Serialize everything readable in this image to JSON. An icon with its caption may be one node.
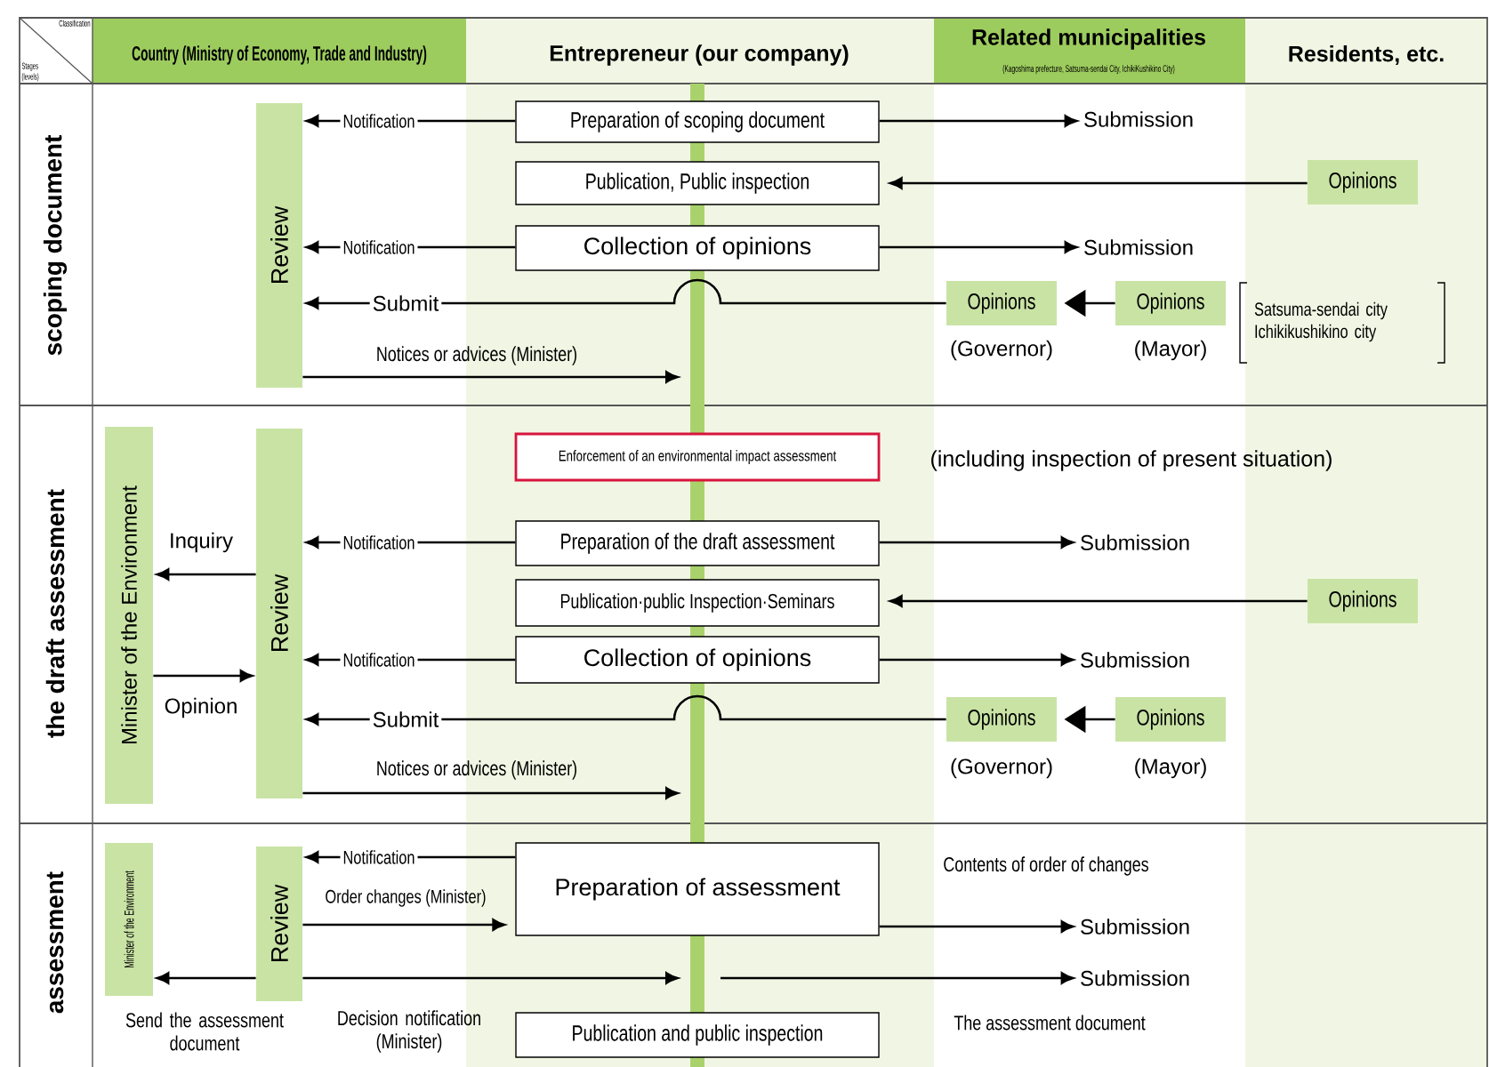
{
  "diagram": {
    "nodes": [
      {
        "text": [
          "Review"
        ]
      },
      {
        "text": [
          "Preparation of scoping document"
        ]
      },
      {
        "text": [
          "Publication, Public inspection"
        ]
      },
      {
        "text": [
          "Collection of opinions"
        ]
      },
      {
        "text": [
          "Submission"
        ]
      },
      {
        "text": [
          "Opinions"
        ]
      },
      {
        "text": [
          "Submission"
        ]
      },
      {
        "text": [
          "Opinions"
        ],
        "beside": [
          "(Governor)"
        ]
      },
      {
        "text": [
          "Opinions"
        ],
        "beside": [
          "(Mayor)"
        ]
      },
      {
        "text": [
          "Minister of the Environment"
        ]
      },
      {
        "text": [
          "Review"
        ]
      },
      {
        "text": [
          "Enforcement of an environmental impact assessment"
        ],
        "beside": [
          "(including inspection of present situation)"
        ]
      },
      {
        "text": [
          "Preparation of the draft assessment"
        ]
      },
      {
        "text": [
          "Publication·public Inspection·Seminars"
        ]
      },
      {
        "text": [
          "Collection of opinions"
        ]
      },
      {
        "text": [
          "Submission"
        ]
      },
      {
        "text": [
          "Opinions"
        ]
      },
      {
        "text": [
          "Submission"
        ]
      },
      {
        "text": [
          "Opinions"
        ],
        "beside": [
          "(Governor)"
        ]
      },
      {
        "text": [
          "Opinions"
        ],
        "beside": [
          "(Mayor)"
        ]
      },
      {
        "text": [
          "Minister of the Environment"
        ]
      },
      {
        "text": [
          "Review"
        ]
      },
      {
        "text": [
          "Preparation of assessment"
        ]
      },
      {
        "text": [
          "Submission"
        ]
      },
      {
        "text": [
          "Submission"
        ]
      },
      {
        "text": [
          "Publication and public inspection"
        ]
      }
    ],
    "edges": [
      {
        "from": 1,
        "to": 0,
        "arrow": "to",
        "label": "Notification"
      },
      {
        "from": 1,
        "to": 4,
        "arrow": "to"
      },
      {
        "from": 5,
        "to": 2,
        "arrow": "to"
      },
      {
        "from": 3,
        "to": 0,
        "arrow": "to",
        "label": "Notification"
      },
      {
        "from": 3,
        "to": 6,
        "arrow": "to"
      },
      {
        "from": 7,
        "to": 0,
        "arrow": "to",
        "label": "Submit"
      },
      {
        "from": 8,
        "to": 7,
        "arrow": "to"
      },
      {
        "from": 0,
        "to": null,
        "arrow": "to",
        "label": "Notices or advices (Minister)"
      },
      {
        "from": 10,
        "to": 9,
        "arrow": "to",
        "label": "Inquiry"
      },
      {
        "from": 9,
        "to": 10,
        "arrow": "to",
        "label": "Opinion"
      },
      {
        "from": 12,
        "to": 10,
        "arrow": "to",
        "label": "Notification"
      },
      {
        "from": 12,
        "to": 15,
        "arrow": "to"
      },
      {
        "from": 16,
        "to": 13,
        "arrow": "to"
      },
      {
        "from": 14,
        "to": 10,
        "arrow": "to",
        "label": "Notification"
      },
      {
        "from": 14,
        "to": 17,
        "arrow": "to"
      },
      {
        "from": 18,
        "to": 10,
        "arrow": "to",
        "label": "Submit"
      },
      {
        "from": 19,
        "to": 18,
        "arrow": "to"
      },
      {
        "from": 10,
        "to": null,
        "arrow": "to",
        "label": "Notices or advices (Minister)"
      },
      {
        "from": 22,
        "to": 21,
        "arrow": "to",
        "label": "Notification"
      },
      {
        "from": 21,
        "to": 22,
        "arrow": "to",
        "label": "Order changes (Minister)"
      },
      {
        "from": 22,
        "to": 23,
        "arrow": "to",
        "label": "Contents of order of changes"
      },
      {
        "from": 21,
        "to": 20,
        "arrow": "to",
        "label": "Send the assessment document"
      },
      {
        "from": 21,
        "to": null,
        "arrow": "to",
        "label": "Decision notification (Minister)"
      },
      {
        "from": null,
        "to": 24,
        "arrow": "to",
        "label": "The assessment document"
      }
    ],
    "labels": [
      "Classification",
      "Stages (levels)",
      "Country (Ministry of Economy, Trade and Industry)",
      "Entrepreneur (our company)",
      "Related municipalities",
      "(Kagoshima prefecture, Satsuma-sendai City, IchikiKushikino City)",
      "Residents, etc.",
      "scoping document",
      "Satsuma-sendai city Ichikikushikino city",
      "the draft assessment",
      "assessment"
    ]
  }
}
